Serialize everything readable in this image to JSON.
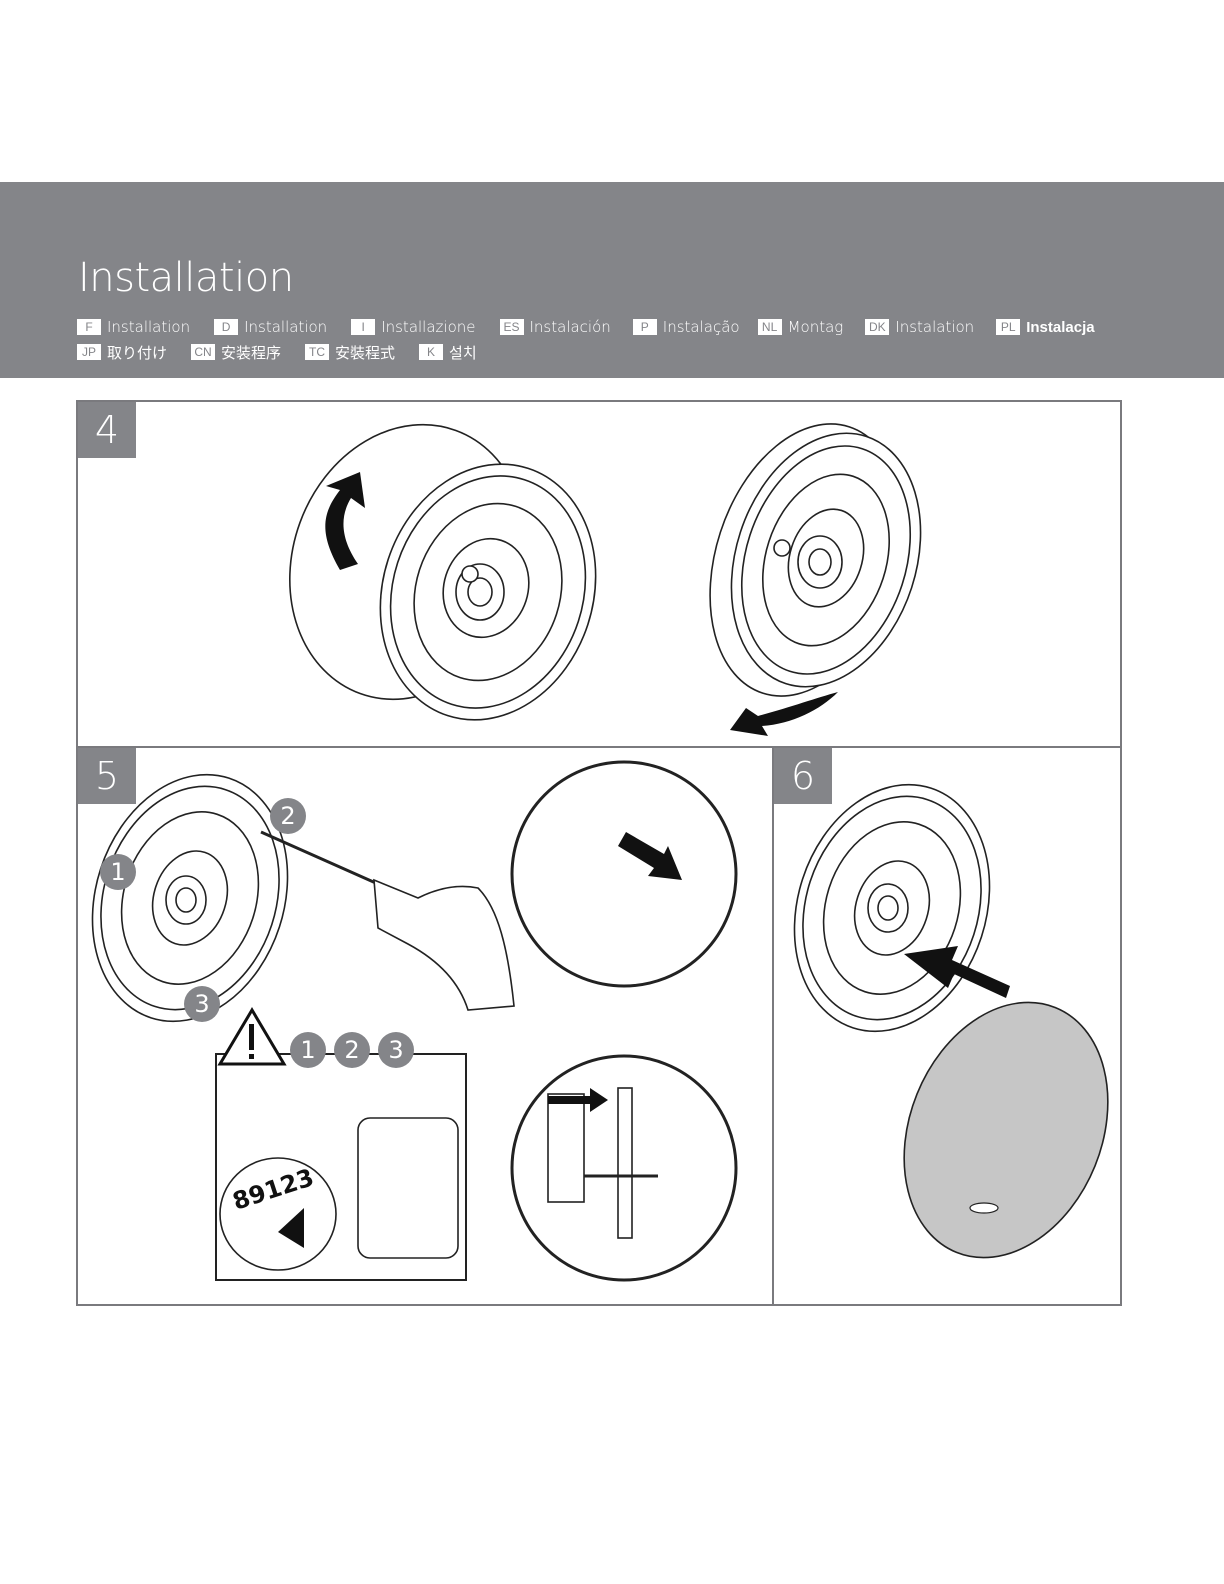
{
  "header": {
    "title": "Installation",
    "languages_row1": [
      {
        "code": "F",
        "label": "Installation"
      },
      {
        "code": "D",
        "label": "Installation"
      },
      {
        "code": "I",
        "label": "Installazione"
      },
      {
        "code": "ES",
        "label": "Instalación"
      },
      {
        "code": "P",
        "label": "Instalação"
      },
      {
        "code": "NL",
        "label": "Montag"
      },
      {
        "code": "DK",
        "label": "Instalation"
      },
      {
        "code": "PL",
        "label": "Instalacja"
      }
    ],
    "languages_row2": [
      {
        "code": "JP",
        "label": "取り付け"
      },
      {
        "code": "CN",
        "label": "安装程序"
      },
      {
        "code": "TC",
        "label": "安裝程式"
      },
      {
        "code": "K",
        "label": "설치"
      }
    ]
  },
  "steps": {
    "step4": {
      "number": "4"
    },
    "step5": {
      "number": "5",
      "callouts": [
        "1",
        "2",
        "3"
      ],
      "warning_sequence": [
        "1",
        "2",
        "3"
      ],
      "dial_digits": "89123"
    },
    "step6": {
      "number": "6"
    }
  },
  "colors": {
    "banner": "#848589",
    "cover": "#c6c6c6",
    "panel_border": "#7a7a7e"
  },
  "icons": [
    "warning-icon",
    "rotate-arrow-icon",
    "push-arrow-icon",
    "drill-icon",
    "screwdriver-icon"
  ]
}
